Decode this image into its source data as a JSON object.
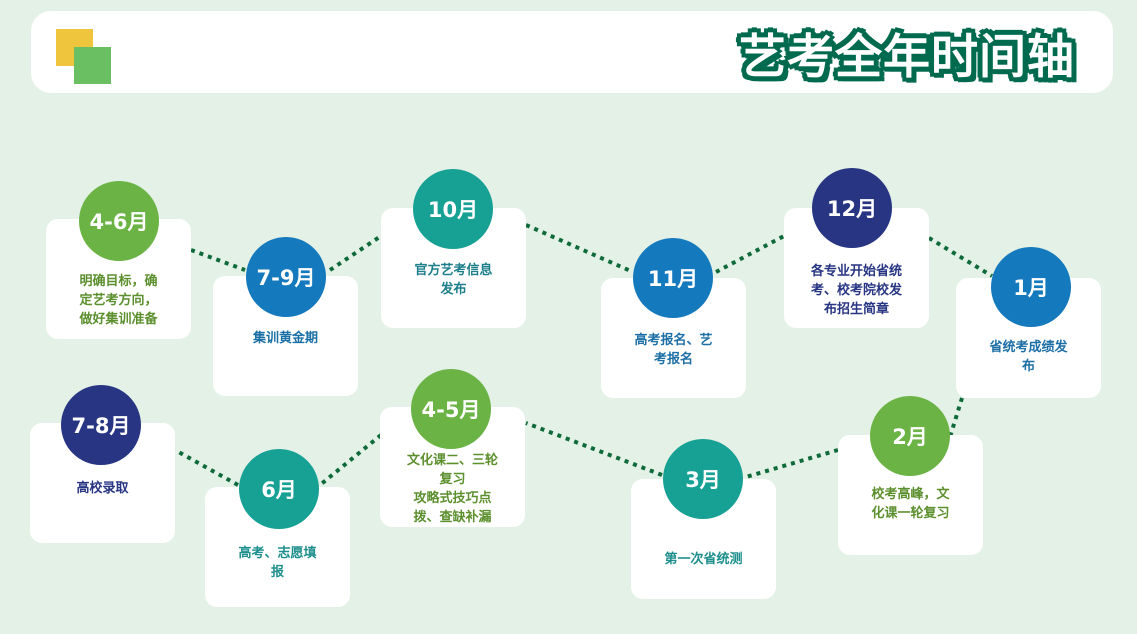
{
  "header": {
    "title": "艺考全年时间轴"
  },
  "colors": {
    "green": "#6ab344",
    "blue": "#1479bd",
    "teal": "#17a094",
    "navy": "#273583",
    "dots": "#0e6a3a",
    "background": "#e4f1e6",
    "title_outline": "#006a4f"
  },
  "items": [
    {
      "month": "4-6月",
      "text": "明确目标，确\n定艺考方向，\n做好集训准备",
      "circle": "#6ab344",
      "textcolor": "#5c8f2e"
    },
    {
      "month": "7-9月",
      "text": "集训黄金期",
      "circle": "#1479bd",
      "textcolor": "#1a6fa5"
    },
    {
      "month": "10月",
      "text": "官方艺考信息\n发布",
      "circle": "#17a094",
      "textcolor": "#1d7f8c"
    },
    {
      "month": "11月",
      "text": "高考报名、艺\n考报名",
      "circle": "#1479bd",
      "textcolor": "#1e6fa5"
    },
    {
      "month": "12月",
      "text": "各专业开始省统\n考、校考院校发\n布招生简章",
      "circle": "#273583",
      "textcolor": "#283583"
    },
    {
      "month": "1月",
      "text": "省统考成绩发\n布",
      "circle": "#1479bd",
      "textcolor": "#1e6fa5"
    },
    {
      "month": "7-8月",
      "text": "高校录取",
      "circle": "#273583",
      "textcolor": "#283583"
    },
    {
      "month": "6月",
      "text": "高考、志愿填\n报",
      "circle": "#17a094",
      "textcolor": "#1d8f8c"
    },
    {
      "month": "4-5月",
      "text": "文化课二、三轮\n复习\n攻略式技巧点\n拨、查缺补漏",
      "circle": "#6ab344",
      "textcolor": "#5c8f2e"
    },
    {
      "month": "3月",
      "text": "第一次省统测",
      "circle": "#17a094",
      "textcolor": "#1d8f8c"
    },
    {
      "month": "2月",
      "text": "校考高峰，文\n化课一轮复习",
      "circle": "#6ab344",
      "textcolor": "#5c8f2e"
    }
  ]
}
